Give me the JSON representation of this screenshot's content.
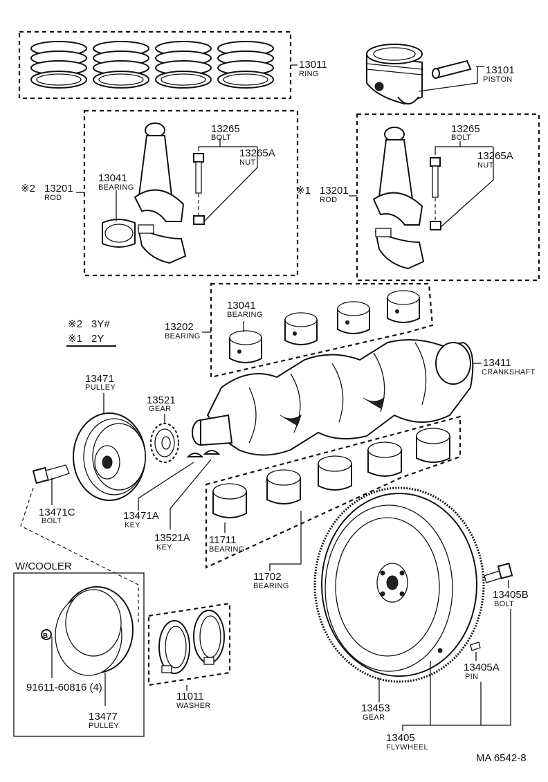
{
  "diagram": {
    "code": "MA  6542-8",
    "legend": {
      "line1_mark": "※2",
      "line1_text": "3Y#",
      "line2_mark": "※1",
      "line2_text": "2Y"
    },
    "cooler_box_title": "W/COOLER",
    "labels": {
      "ring": {
        "number": "13011",
        "name": "RING"
      },
      "piston": {
        "number": "13101",
        "name": "PISTON"
      },
      "bolt_a": {
        "number": "13265",
        "name": "BOLT"
      },
      "nut_a": {
        "number": "13265A",
        "name": "NUT"
      },
      "bearing_a": {
        "number": "13041",
        "name": "BEARING"
      },
      "rod_a": {
        "mark": "※2",
        "number": "13201",
        "name": "ROD"
      },
      "bolt_b": {
        "number": "13265",
        "name": "BOLT"
      },
      "nut_b": {
        "number": "13265A",
        "name": "NUT"
      },
      "rod_b": {
        "mark": "※1",
        "number": "13201",
        "name": "ROD"
      },
      "rod_bearing_set": {
        "number": "13202",
        "name": "BEARING"
      },
      "rod_bearing_item": {
        "number": "13041",
        "name": "BEARING"
      },
      "crankshaft": {
        "number": "13411",
        "name": "CRANKSHAFT"
      },
      "pulley": {
        "number": "13471",
        "name": "PULLEY"
      },
      "gear": {
        "number": "13521",
        "name": "GEAR"
      },
      "pulley_bolt": {
        "number": "13471C",
        "name": "BOLT"
      },
      "key_a": {
        "number": "13471A",
        "name": "KEY"
      },
      "key_b": {
        "number": "13521A",
        "name": "KEY"
      },
      "main_bearing_item": {
        "number": "11711",
        "name": "BEARING"
      },
      "main_bearing_set": {
        "number": "11702",
        "name": "BEARING"
      },
      "flywheel_bolt": {
        "number": "13405B",
        "name": "BOLT"
      },
      "flywheel_pin": {
        "number": "13405A",
        "name": "PIN"
      },
      "ring_gear": {
        "number": "13453",
        "name": "GEAR"
      },
      "flywheel": {
        "number": "13405",
        "name": "FLYWHEEL"
      },
      "washer": {
        "number": "11011",
        "name": "WASHER"
      },
      "cooler_bolt": {
        "number": "91611-60816 (4)",
        "badge": "B"
      },
      "cooler_pulley": {
        "number": "13477",
        "name": "PULLEY"
      }
    }
  }
}
